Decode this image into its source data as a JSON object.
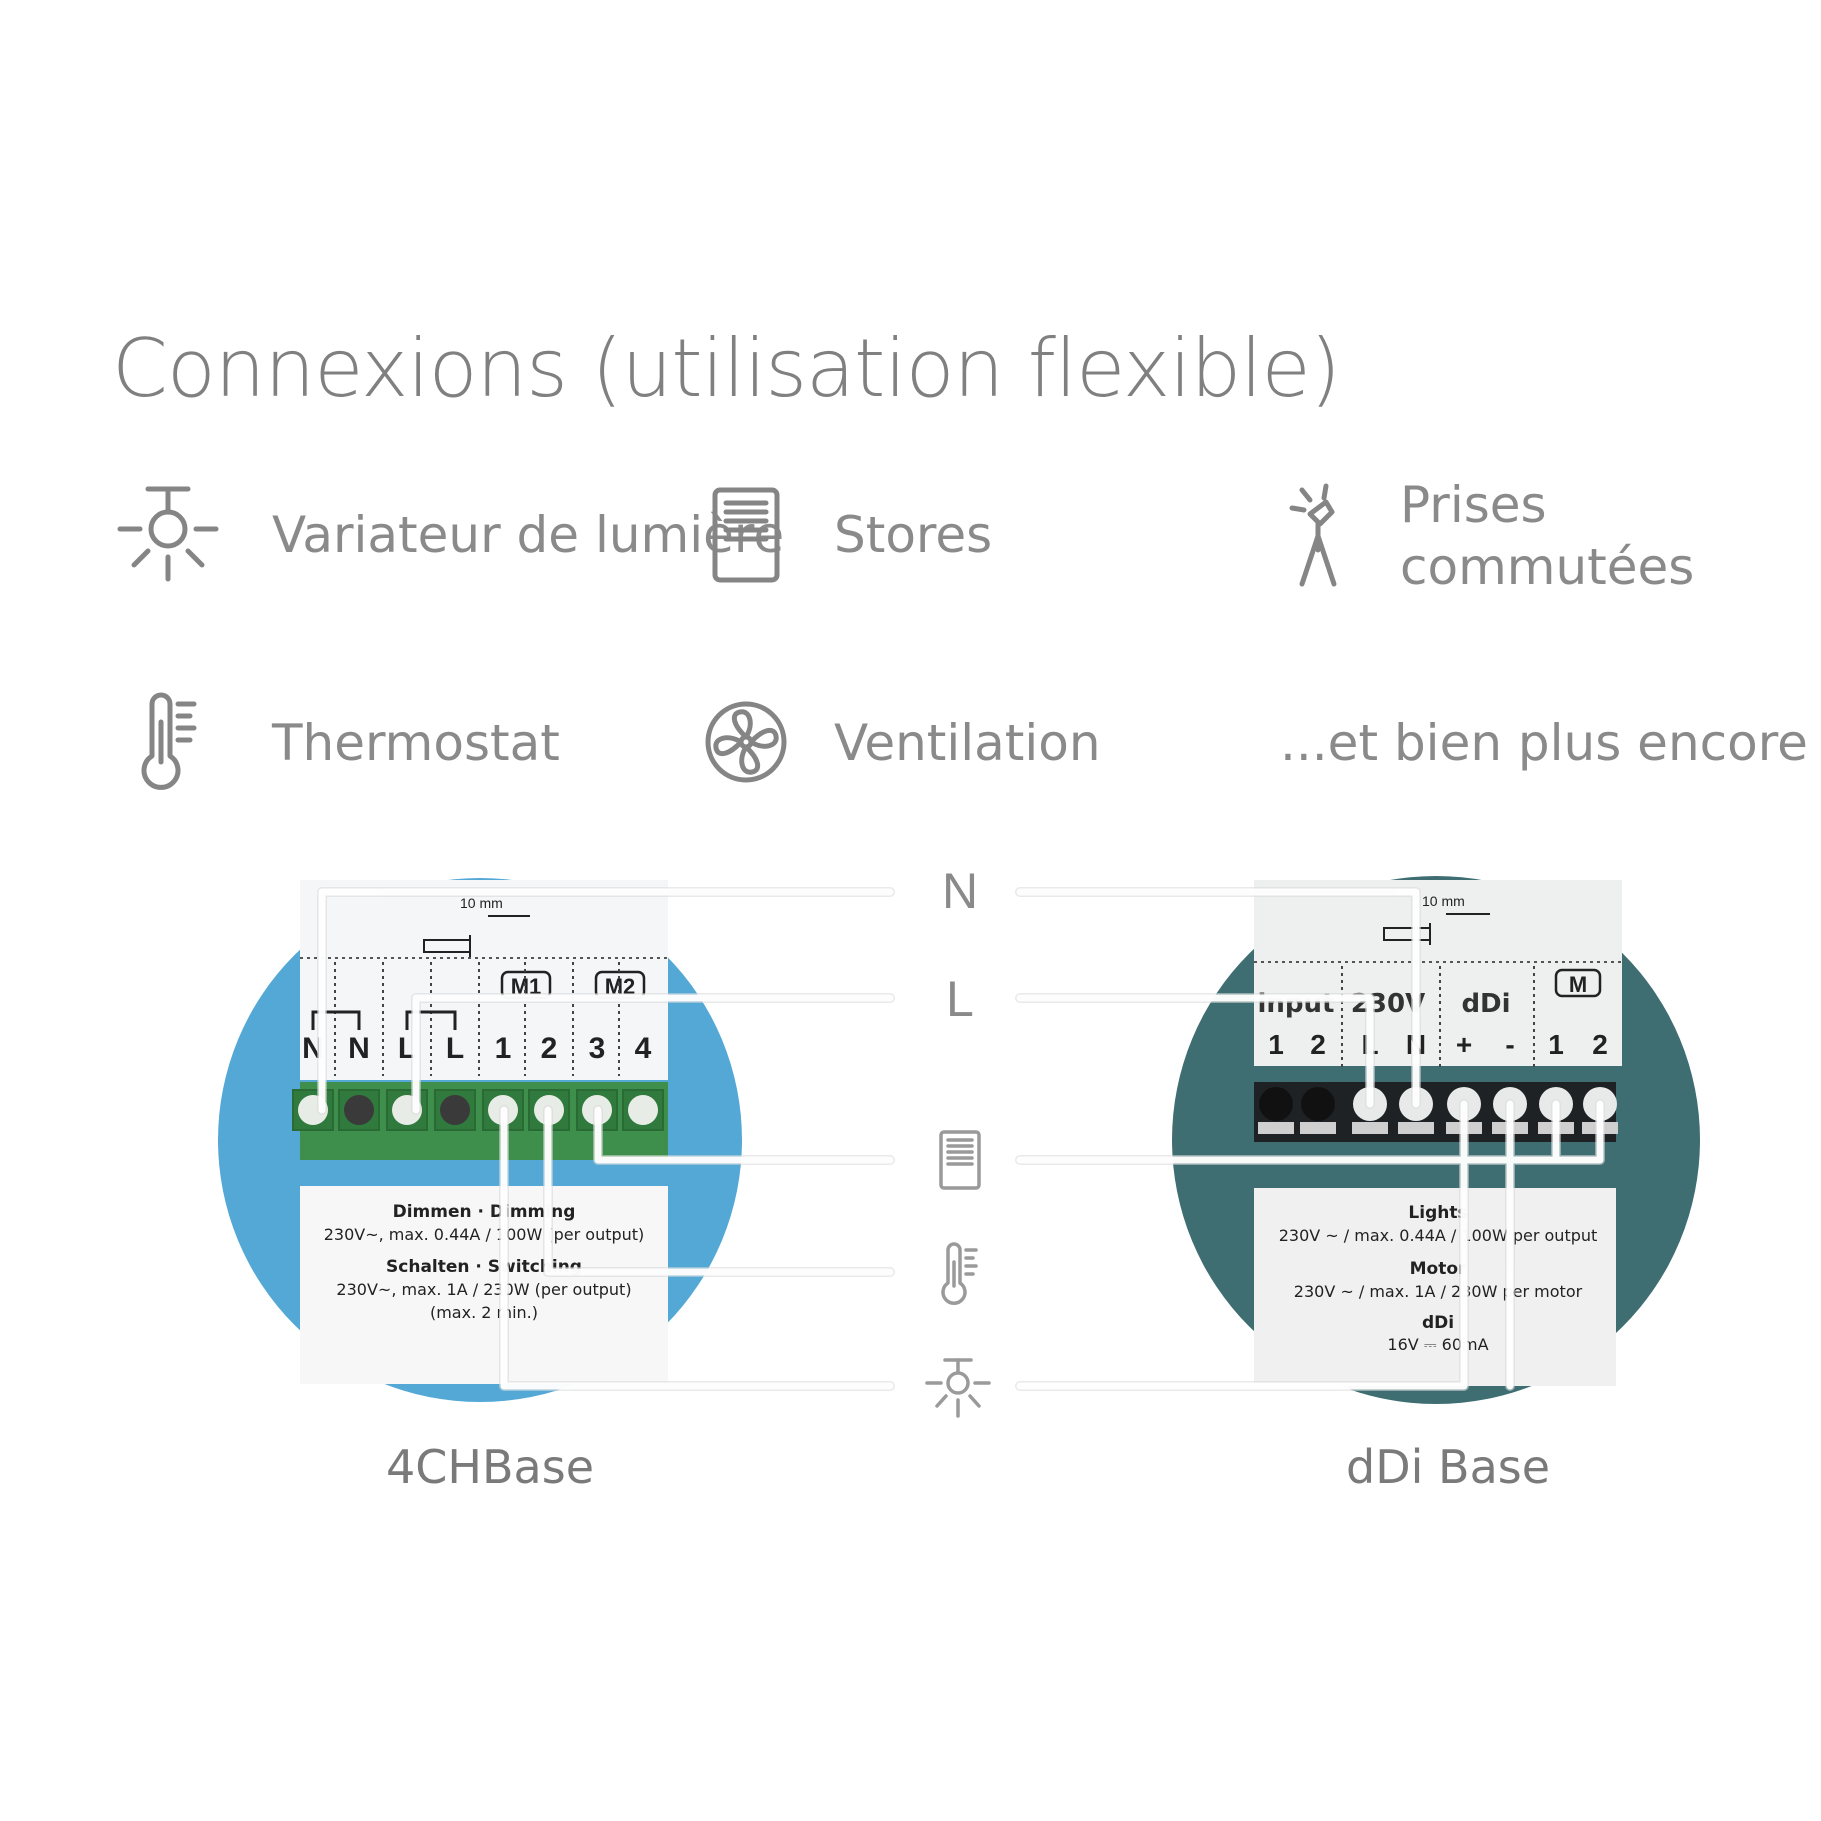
{
  "title": "Connexions (utilisation flexible)",
  "features": [
    {
      "id": "dimmer",
      "icon": "light-bulb-icon",
      "label": "Variateur de lumière"
    },
    {
      "id": "blinds",
      "icon": "blinds-icon",
      "label": "Stores"
    },
    {
      "id": "sockets",
      "icon": "switched-lamp-icon",
      "label_line1": "Prises",
      "label_line2": "commutées"
    },
    {
      "id": "thermostat",
      "icon": "thermometer-icon",
      "label": "Thermostat"
    },
    {
      "id": "ventilation",
      "icon": "fan-icon",
      "label": "Ventilation"
    },
    {
      "id": "more",
      "label": "...et bien plus encore"
    }
  ],
  "signals": {
    "n": "N",
    "l": "L",
    "blinds_icon": "blinds-icon",
    "thermo_icon": "thermometer-icon",
    "light_icon": "light-bulb-icon"
  },
  "devices": {
    "left": {
      "name": "4CHBase",
      "color": "#54a8d6",
      "strip_label": "10 mm",
      "motor_labels": [
        "M1",
        "M2"
      ],
      "terminals": [
        "N",
        "N",
        "L",
        "L",
        "1",
        "2",
        "3",
        "4"
      ],
      "label_lines": [
        "Dimmen · Dimming",
        "230V~, max. 0.44A / 100W (per output)",
        "Schalten · Switching",
        "230V~, max. 1A / 230W (per output)",
        "(max. 2 min.)"
      ]
    },
    "right": {
      "name": "dDi Base",
      "color": "#3f6e72",
      "strip_label": "10 mm",
      "motor_labels": [
        "M"
      ],
      "groups": [
        "input",
        "230V",
        "dDi"
      ],
      "terminals": [
        "1",
        "2",
        "L",
        "N",
        "+",
        "-",
        "1",
        "2"
      ],
      "label_lines": [
        "Lights",
        "230V ~ / max. 0.44A / 100W per output",
        "Motor",
        "230V ~ / max. 1A / 230W per motor",
        "dDi",
        "16V ⎓ 60mA"
      ]
    }
  }
}
